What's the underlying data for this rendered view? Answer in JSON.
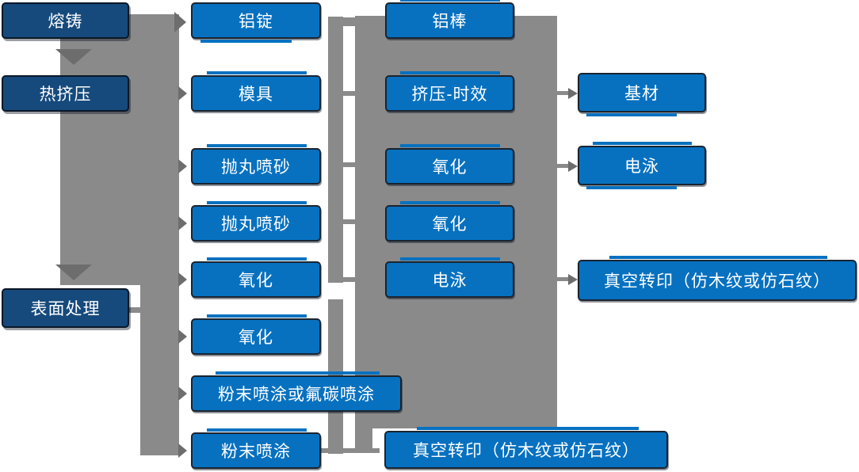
{
  "colors": {
    "background": "#FFFFFF",
    "box_blue": "#0771C0",
    "box_navy": "#164A7C",
    "box_border": "#1A2430",
    "navy_border": "#0A1828",
    "gray_band": "#8A8A8A",
    "gray_arrow": "#6D6D6D",
    "text": "#FFFFFF"
  },
  "nodes": {
    "melting": "熔铸",
    "hot_extrusion": "热挤压",
    "surface_treatment": "表面处理",
    "ingot": "铝锭",
    "mold": "模具",
    "shot_blasting_1": "抛丸喷砂",
    "shot_blasting_2": "抛丸喷砂",
    "oxidation_1": "氧化",
    "oxidation_2": "氧化",
    "powder_fluorocarbon": "粉末喷涂或氟碳喷涂",
    "powder": "粉末喷涂",
    "rod": "铝棒",
    "extrusion_aging": "挤压-时效",
    "oxidation_3": "氧化",
    "oxidation_4": "氧化",
    "electrophoresis_1": "电泳",
    "vacuum_transfer_1": "真空转印（仿木纹或仿石纹）",
    "substrate": "基材",
    "electrophoresis_2": "电泳",
    "vacuum_transfer_2": "真空转印（仿木纹或仿石纹）"
  }
}
